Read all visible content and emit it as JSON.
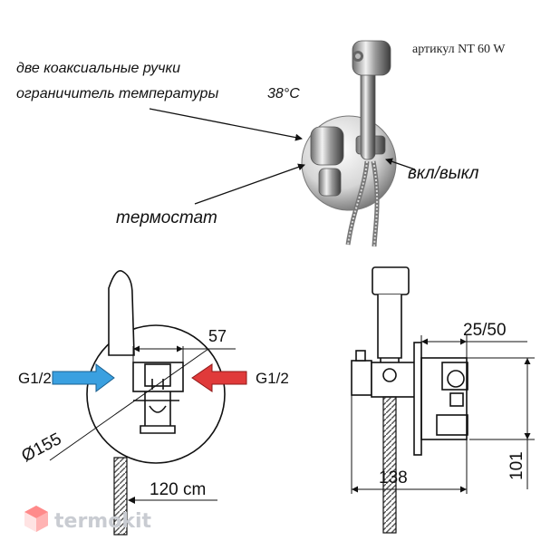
{
  "article": "артикул  NT 60 W",
  "callouts": {
    "handles": "две коаксиальные ручки",
    "limiter": "ограничитель  температуры",
    "limiter_temp": "38°C",
    "on_off": "вкл/выкл",
    "thermostat": "термостат"
  },
  "front_view": {
    "inlet_left": "G1/2",
    "inlet_right": "G1/2",
    "dim_width": "57",
    "dim_diameter": "Ø155",
    "hose_length": "120 cm",
    "inlet_left_color": "#3aa0e0",
    "inlet_right_color": "#e03a3a"
  },
  "side_view": {
    "dim_depth": "25/50",
    "dim_length": "138",
    "dim_height": "101"
  },
  "watermark": {
    "text": "termokit",
    "color": "#c9ccd2",
    "accent": "#ff8a8a"
  }
}
